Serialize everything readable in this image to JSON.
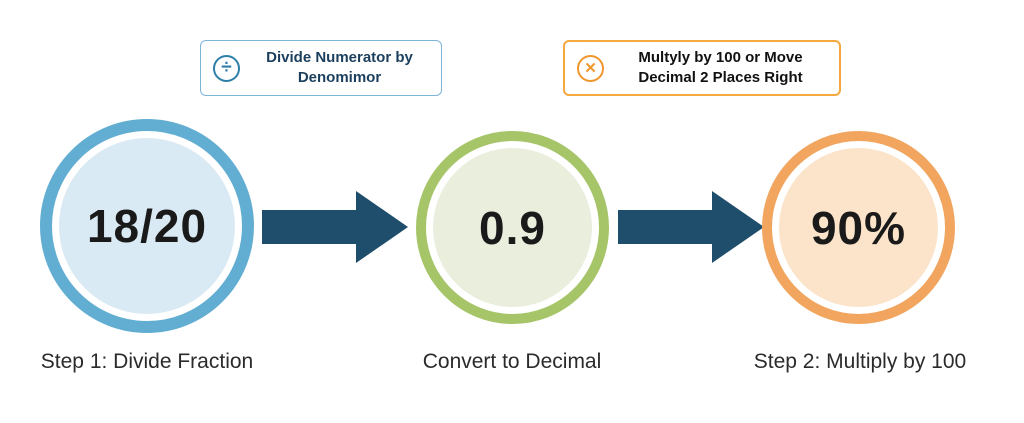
{
  "callouts": [
    {
      "icon": "divide-circle-icon",
      "icon_glyph": "÷",
      "line1": "Divide Numerator by",
      "line2": "Denomimor"
    },
    {
      "icon": "multiply-circle-icon",
      "icon_glyph": "✕",
      "line1": "Multyly by 100 or Move",
      "line2": "Decimal 2 Places Right"
    }
  ],
  "steps": [
    {
      "value": "18/20",
      "caption": "Step 1: Divide Fraction"
    },
    {
      "value": "0.9",
      "caption": "Convert to Decimal"
    },
    {
      "value": "90%",
      "caption": "Step 2: Multiply by 100"
    }
  ],
  "colors": {
    "arrow": "#1f4e6d",
    "step1_ring": "#62aed2",
    "step1_fill": "#daeaf4",
    "step2_ring": "#a6c568",
    "step2_fill": "#e9eedd",
    "step3_ring": "#f1a55e",
    "step3_fill": "#fbe4c9",
    "callout1_border": "#7db4d8",
    "callout1_icon": "#2d7fa8",
    "callout1_text": "#1c3f5e",
    "callout2_border": "#f5a93f",
    "callout2_icon": "#f0962e",
    "callout2_text": "#111111"
  }
}
